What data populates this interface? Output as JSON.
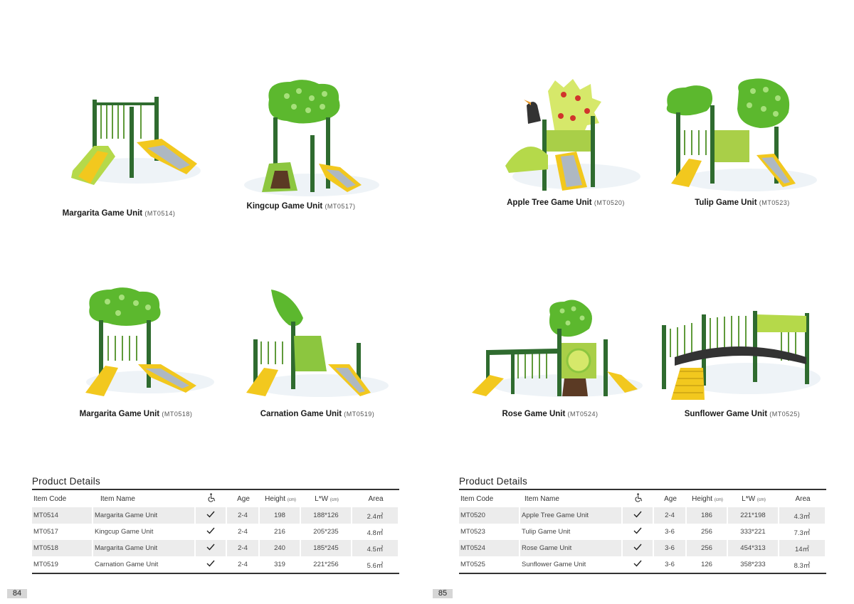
{
  "left_page": {
    "page_number": "84",
    "products": [
      {
        "name": "Margarita Game Unit",
        "code": "(MT0514)"
      },
      {
        "name": "Kingcup Game Unit",
        "code": "(MT0517)"
      },
      {
        "name": "Margarita Game Unit",
        "code": "(MT0518)"
      },
      {
        "name": "Carnation Game Unit",
        "code": "(MT0519)"
      }
    ],
    "details": {
      "title": "Product Details",
      "headers": {
        "item_code": "Item Code",
        "item_name": "Item Name",
        "age": "Age",
        "height": "Height",
        "height_unit": "(cm)",
        "lw": "L*W",
        "lw_unit": "(cm)",
        "area": "Area"
      },
      "rows": [
        {
          "code": "MT0514",
          "name": "Margarita Game Unit",
          "age": "2-4",
          "height": "198",
          "lw": "188*126",
          "area": "2.4㎡"
        },
        {
          "code": "MT0517",
          "name": "Kingcup Game Unit",
          "age": "2-4",
          "height": "216",
          "lw": "205*235",
          "area": "4.8㎡"
        },
        {
          "code": "MT0518",
          "name": "Margarita Game Unit",
          "age": "2-4",
          "height": "240",
          "lw": "185*245",
          "area": "4.5㎡"
        },
        {
          "code": "MT0519",
          "name": "Carnation Game Unit",
          "age": "2-4",
          "height": "319",
          "lw": "221*256",
          "area": "5.6㎡"
        }
      ]
    }
  },
  "right_page": {
    "page_number": "85",
    "products": [
      {
        "name": "Apple Tree Game Unit",
        "code": "(MT0520)"
      },
      {
        "name": "Tulip Game Unit",
        "code": "(MT0523)"
      },
      {
        "name": "Rose Game Unit",
        "code": "(MT0524)"
      },
      {
        "name": "Sunflower Game Unit",
        "code": "(MT0525)"
      }
    ],
    "details": {
      "title": "Product Details",
      "headers": {
        "item_code": "Item Code",
        "item_name": "Item Name",
        "age": "Age",
        "height": "Height",
        "height_unit": "(cm)",
        "lw": "L*W",
        "lw_unit": "(cm)",
        "area": "Area"
      },
      "rows": [
        {
          "code": "MT0520",
          "name": "Apple Tree Game Unit",
          "age": "2-4",
          "height": "186",
          "lw": "221*198",
          "area": "4.3㎡"
        },
        {
          "code": "MT0523",
          "name": "Tulip Game Unit",
          "age": "3-6",
          "height": "256",
          "lw": "333*221",
          "area": "7.3㎡"
        },
        {
          "code": "MT0524",
          "name": "Rose Game Unit",
          "age": "3-6",
          "height": "256",
          "lw": "454*313",
          "area": "14㎡"
        },
        {
          "code": "MT0525",
          "name": "Sunflower Game Unit",
          "age": "3-6",
          "height": "126",
          "lw": "358*233",
          "area": "8.3㎡"
        }
      ]
    }
  },
  "icons": {
    "accessibility": "wheelchair-icon",
    "check": "check-icon"
  },
  "colors": {
    "dark_green": "#2f6b2f",
    "light_green": "#8cc63f",
    "yellow": "#f2c81e",
    "lime": "#b5d94a"
  }
}
